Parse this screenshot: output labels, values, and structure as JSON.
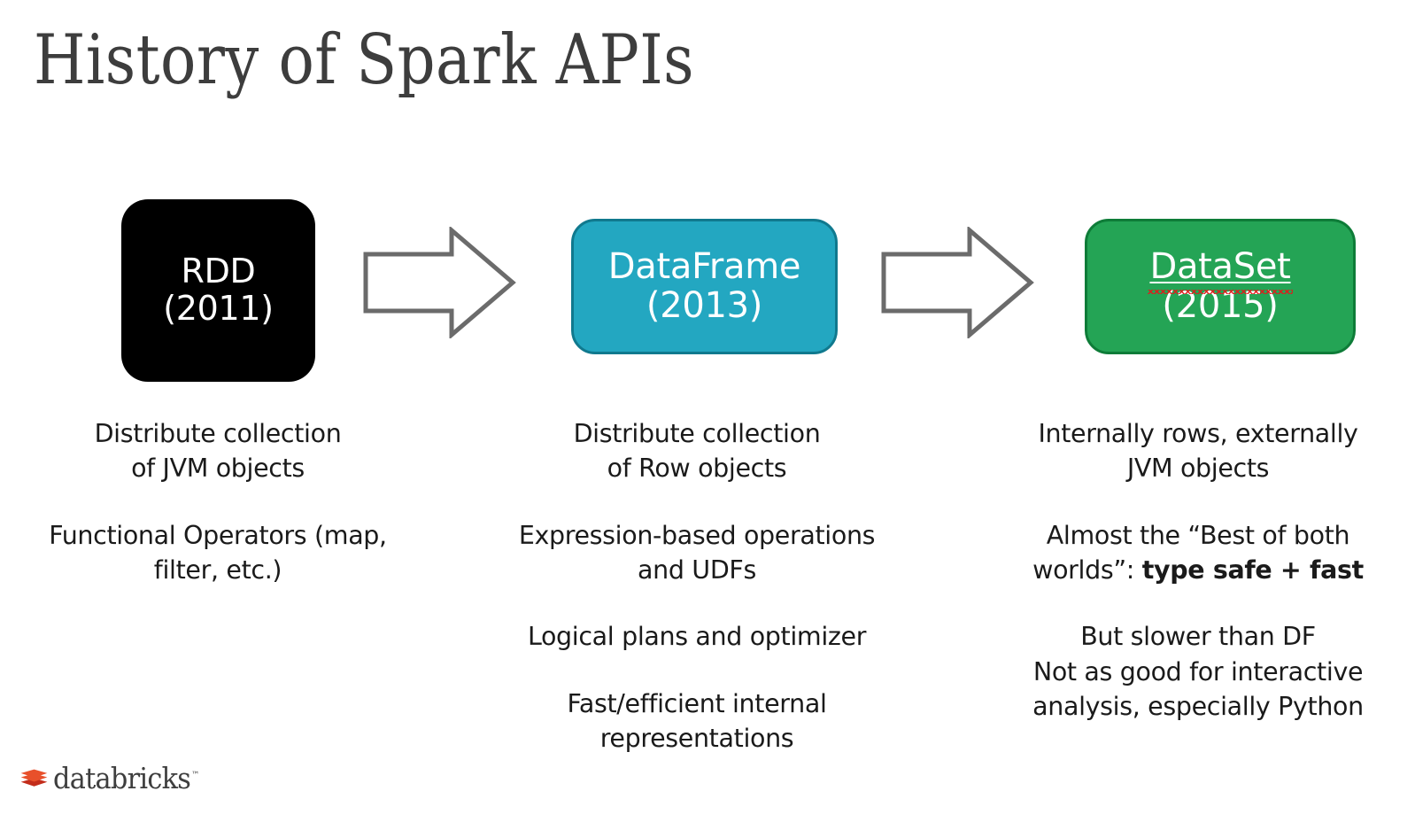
{
  "slide": {
    "title": "History of Spark APIs",
    "background_color": "#ffffff",
    "title_color": "#3d3d3d"
  },
  "stages": [
    {
      "id": "rdd",
      "name": "RDD",
      "year": "(2011)",
      "fill_color": "#000000",
      "text_color": "#ffffff",
      "misspelled": false
    },
    {
      "id": "dataframe",
      "name": "DataFrame",
      "year": "(2013)",
      "fill_color": "#23A7C1",
      "border_color": "#10798e",
      "text_color": "#ffffff",
      "misspelled": false
    },
    {
      "id": "dataset",
      "name": "DataSet",
      "year": "(2015)",
      "fill_color": "#24A455",
      "border_color": "#0e7c38",
      "text_color": "#ffffff",
      "misspelled": true,
      "spellcheck_color": "#e01b1b"
    }
  ],
  "arrows": {
    "stroke_color": "#6b6b6b",
    "fill_color": "#ffffff",
    "count": 2,
    "direction": "right"
  },
  "columns": [
    {
      "id": "rdd",
      "paragraphs": [
        {
          "text": "Distribute collection\nof JVM objects"
        },
        {
          "text": "Functional Operators (map,\nfilter, etc.)"
        }
      ]
    },
    {
      "id": "dataframe",
      "paragraphs": [
        {
          "text": "Distribute collection\nof Row objects"
        },
        {
          "text": "Expression-based operations\nand UDFs"
        },
        {
          "text": "Logical plans and optimizer"
        },
        {
          "text": "Fast/efficient internal\nrepresentations"
        }
      ]
    },
    {
      "id": "dataset",
      "paragraphs": [
        {
          "text": "Internally rows, externally\nJVM objects"
        },
        {
          "text_prefix": "Almost the “Best of both\nworlds”: ",
          "text_bold": "type safe + fast"
        },
        {
          "text": "But slower than DF\nNot as good for interactive\nanalysis, especially Python"
        }
      ]
    }
  ],
  "logo": {
    "wordmark": "databricks",
    "trademark": "™",
    "mark_color_top": "#E8502B",
    "mark_color_bottom": "#C32D1B",
    "wordmark_color": "#3e3e3e"
  }
}
